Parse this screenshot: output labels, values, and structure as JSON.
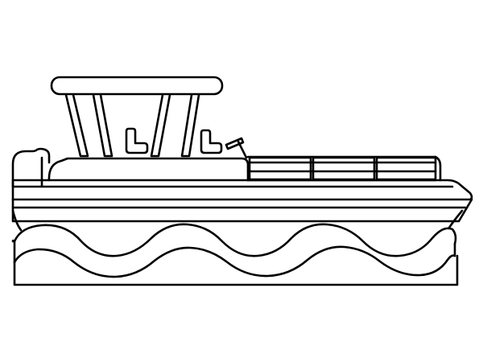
{
  "illustration": {
    "subject": "pontoon-boat",
    "style": "line-art",
    "colors": {
      "line": "#000000",
      "background": "#ffffff"
    },
    "parts": [
      "bimini-top",
      "canopy-poles",
      "steering-wheel",
      "captain-seat",
      "lounge-seat",
      "deck-railing",
      "deck-rim",
      "pontoon-hull",
      "waves"
    ]
  }
}
